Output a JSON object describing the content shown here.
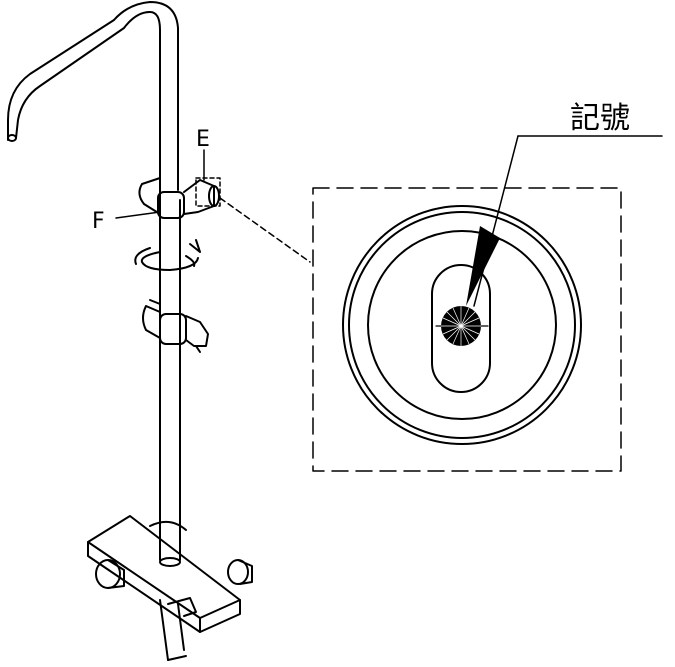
{
  "labels": {
    "e": "E",
    "f": "F",
    "mark": "記號"
  },
  "colors": {
    "line": "#000000",
    "background": "#ffffff"
  }
}
